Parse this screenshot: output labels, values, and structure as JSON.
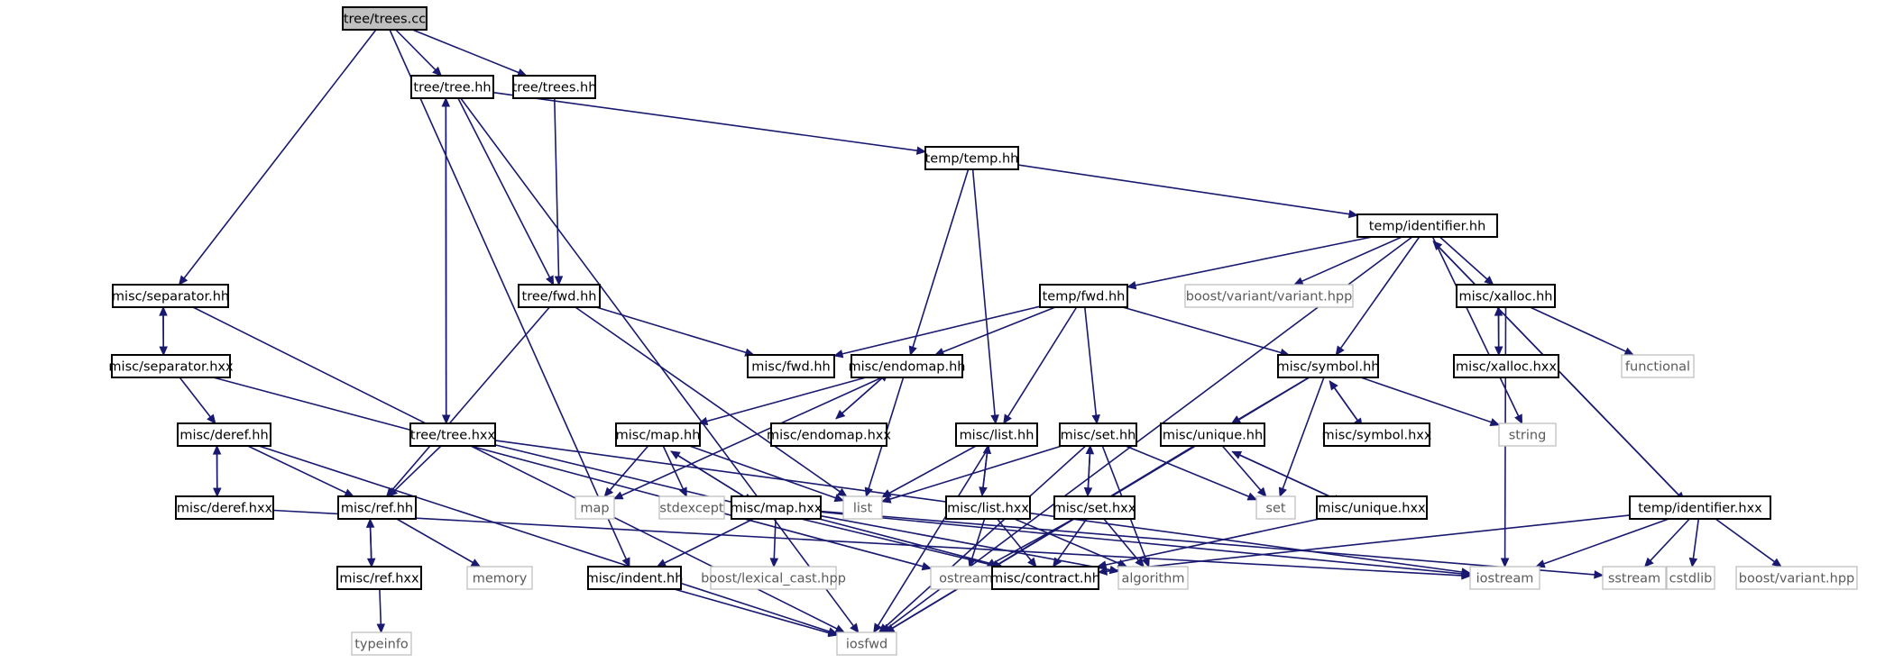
{
  "diagram": {
    "edge_color": "#191970",
    "root_fill": "#bfbfbf",
    "external_border": "#bfbfbf",
    "nodes": [
      {
        "id": "tree_trees_cc",
        "label": "tree/trees.cc",
        "kind": "root"
      },
      {
        "id": "tree_tree_hh",
        "label": "tree/tree.hh",
        "kind": "internal"
      },
      {
        "id": "tree_trees_hh",
        "label": "tree/trees.hh",
        "kind": "internal"
      },
      {
        "id": "temp_temp_hh",
        "label": "temp/temp.hh",
        "kind": "internal"
      },
      {
        "id": "temp_identifier_hh",
        "label": "temp/identifier.hh",
        "kind": "internal"
      },
      {
        "id": "misc_separator_hh",
        "label": "misc/separator.hh",
        "kind": "internal"
      },
      {
        "id": "tree_fwd_hh",
        "label": "tree/fwd.hh",
        "kind": "internal"
      },
      {
        "id": "temp_fwd_hh",
        "label": "temp/fwd.hh",
        "kind": "internal"
      },
      {
        "id": "boost_variant_variant_hpp",
        "label": "boost/variant/variant.hpp",
        "kind": "external"
      },
      {
        "id": "misc_xalloc_hh",
        "label": "misc/xalloc.hh",
        "kind": "internal"
      },
      {
        "id": "misc_separator_hxx",
        "label": "misc/separator.hxx",
        "kind": "internal"
      },
      {
        "id": "misc_fwd_hh",
        "label": "misc/fwd.hh",
        "kind": "internal"
      },
      {
        "id": "misc_endomap_hh",
        "label": "misc/endomap.hh",
        "kind": "internal"
      },
      {
        "id": "misc_symbol_hh",
        "label": "misc/symbol.hh",
        "kind": "internal"
      },
      {
        "id": "misc_xalloc_hxx",
        "label": "misc/xalloc.hxx",
        "kind": "internal"
      },
      {
        "id": "functional",
        "label": "functional",
        "kind": "external"
      },
      {
        "id": "misc_deref_hh",
        "label": "misc/deref.hh",
        "kind": "internal"
      },
      {
        "id": "tree_tree_hxx",
        "label": "tree/tree.hxx",
        "kind": "internal"
      },
      {
        "id": "misc_map_hh",
        "label": "misc/map.hh",
        "kind": "internal"
      },
      {
        "id": "misc_endomap_hxx",
        "label": "misc/endomap.hxx",
        "kind": "internal"
      },
      {
        "id": "misc_list_hh",
        "label": "misc/list.hh",
        "kind": "internal"
      },
      {
        "id": "misc_set_hh",
        "label": "misc/set.hh",
        "kind": "internal"
      },
      {
        "id": "misc_unique_hh",
        "label": "misc/unique.hh",
        "kind": "internal"
      },
      {
        "id": "misc_symbol_hxx",
        "label": "misc/symbol.hxx",
        "kind": "internal"
      },
      {
        "id": "string",
        "label": "string",
        "kind": "external"
      },
      {
        "id": "misc_deref_hxx",
        "label": "misc/deref.hxx",
        "kind": "internal"
      },
      {
        "id": "misc_ref_hh",
        "label": "misc/ref.hh",
        "kind": "internal"
      },
      {
        "id": "map",
        "label": "map",
        "kind": "external"
      },
      {
        "id": "stdexcept",
        "label": "stdexcept",
        "kind": "external"
      },
      {
        "id": "list",
        "label": "list",
        "kind": "external"
      },
      {
        "id": "misc_map_hxx",
        "label": "misc/map.hxx",
        "kind": "internal"
      },
      {
        "id": "misc_list_hxx",
        "label": "misc/list.hxx",
        "kind": "internal"
      },
      {
        "id": "misc_set_hxx",
        "label": "misc/set.hxx",
        "kind": "internal"
      },
      {
        "id": "set",
        "label": "set",
        "kind": "external"
      },
      {
        "id": "misc_unique_hxx",
        "label": "misc/unique.hxx",
        "kind": "internal"
      },
      {
        "id": "temp_identifier_hxx",
        "label": "temp/identifier.hxx",
        "kind": "internal"
      },
      {
        "id": "misc_ref_hxx",
        "label": "misc/ref.hxx",
        "kind": "internal"
      },
      {
        "id": "memory",
        "label": "memory",
        "kind": "external"
      },
      {
        "id": "misc_indent_hh",
        "label": "misc/indent.hh",
        "kind": "internal"
      },
      {
        "id": "boost_lexical_cast_hpp",
        "label": "boost/lexical_cast.hpp",
        "kind": "external"
      },
      {
        "id": "ostream",
        "label": "ostream",
        "kind": "external"
      },
      {
        "id": "misc_contract_hh",
        "label": "misc/contract.hh",
        "kind": "internal"
      },
      {
        "id": "algorithm",
        "label": "algorithm",
        "kind": "external"
      },
      {
        "id": "iostream",
        "label": "iostream",
        "kind": "external"
      },
      {
        "id": "sstream",
        "label": "sstream",
        "kind": "external"
      },
      {
        "id": "cstdlib",
        "label": "cstdlib",
        "kind": "external"
      },
      {
        "id": "boost_variant_hpp",
        "label": "boost/variant.hpp",
        "kind": "external"
      },
      {
        "id": "typeinfo",
        "label": "typeinfo",
        "kind": "external"
      },
      {
        "id": "iosfwd",
        "label": "iosfwd",
        "kind": "external"
      }
    ],
    "edges": [
      [
        "tree_trees_cc",
        "tree_tree_hh"
      ],
      [
        "tree_trees_cc",
        "tree_trees_hh"
      ],
      [
        "tree_trees_cc",
        "misc_separator_hh"
      ],
      [
        "tree_trees_cc",
        "misc_indent_hh"
      ],
      [
        "tree_tree_hh",
        "temp_temp_hh"
      ],
      [
        "tree_tree_hh",
        "tree_fwd_hh"
      ],
      [
        "tree_tree_hh",
        "tree_tree_hxx"
      ],
      [
        "tree_tree_hh",
        "iosfwd"
      ],
      [
        "tree_tree_hxx",
        "tree_tree_hh"
      ],
      [
        "tree_trees_hh",
        "tree_fwd_hh"
      ],
      [
        "temp_temp_hh",
        "temp_identifier_hh"
      ],
      [
        "temp_temp_hh",
        "misc_endomap_hh"
      ],
      [
        "temp_temp_hh",
        "misc_list_hh"
      ],
      [
        "temp_identifier_hh",
        "temp_fwd_hh"
      ],
      [
        "temp_identifier_hh",
        "boost_variant_variant_hpp"
      ],
      [
        "temp_identifier_hh",
        "misc_xalloc_hh"
      ],
      [
        "temp_identifier_hh",
        "misc_symbol_hh"
      ],
      [
        "temp_identifier_hh",
        "string"
      ],
      [
        "temp_identifier_hh",
        "temp_identifier_hxx"
      ],
      [
        "temp_identifier_hh",
        "iosfwd"
      ],
      [
        "temp_identifier_hxx",
        "temp_identifier_hh"
      ],
      [
        "misc_separator_hh",
        "misc_separator_hxx"
      ],
      [
        "misc_separator_hh",
        "iosfwd"
      ],
      [
        "misc_separator_hxx",
        "misc_separator_hh"
      ],
      [
        "misc_separator_hxx",
        "misc_deref_hh"
      ],
      [
        "misc_separator_hxx",
        "ostream"
      ],
      [
        "tree_fwd_hh",
        "misc_fwd_hh"
      ],
      [
        "tree_fwd_hh",
        "misc_ref_hh"
      ],
      [
        "tree_fwd_hh",
        "list"
      ],
      [
        "temp_fwd_hh",
        "misc_fwd_hh"
      ],
      [
        "temp_fwd_hh",
        "misc_endomap_hh"
      ],
      [
        "temp_fwd_hh",
        "misc_symbol_hh"
      ],
      [
        "temp_fwd_hh",
        "misc_list_hh"
      ],
      [
        "temp_fwd_hh",
        "misc_set_hh"
      ],
      [
        "misc_xalloc_hh",
        "misc_xalloc_hxx"
      ],
      [
        "misc_xalloc_hh",
        "functional"
      ],
      [
        "misc_xalloc_hh",
        "iostream"
      ],
      [
        "misc_xalloc_hxx",
        "misc_xalloc_hh"
      ],
      [
        "misc_endomap_hh",
        "misc_endomap_hxx"
      ],
      [
        "misc_endomap_hh",
        "misc_map_hh"
      ],
      [
        "misc_endomap_hh",
        "map"
      ],
      [
        "misc_endomap_hh",
        "list"
      ],
      [
        "misc_endomap_hxx",
        "misc_endomap_hh"
      ],
      [
        "misc_symbol_hh",
        "misc_unique_hh"
      ],
      [
        "misc_symbol_hh",
        "misc_symbol_hxx"
      ],
      [
        "misc_symbol_hh",
        "string"
      ],
      [
        "misc_symbol_hh",
        "set"
      ],
      [
        "misc_symbol_hh",
        "iosfwd"
      ],
      [
        "misc_symbol_hxx",
        "misc_symbol_hh"
      ],
      [
        "misc_deref_hh",
        "misc_deref_hxx"
      ],
      [
        "misc_deref_hh",
        "misc_ref_hh"
      ],
      [
        "misc_deref_hh",
        "iosfwd"
      ],
      [
        "misc_deref_hxx",
        "misc_deref_hh"
      ],
      [
        "misc_deref_hxx",
        "iostream"
      ],
      [
        "tree_tree_hxx",
        "misc_ref_hh"
      ],
      [
        "tree_tree_hxx",
        "misc_contract_hh"
      ],
      [
        "tree_tree_hxx",
        "iostream"
      ],
      [
        "misc_map_hh",
        "misc_map_hxx"
      ],
      [
        "misc_map_hh",
        "map"
      ],
      [
        "misc_map_hh",
        "stdexcept"
      ],
      [
        "misc_map_hh",
        "list"
      ],
      [
        "misc_map_hxx",
        "misc_map_hh"
      ],
      [
        "misc_map_hxx",
        "misc_indent_hh"
      ],
      [
        "misc_map_hxx",
        "boost_lexical_cast_hpp"
      ],
      [
        "misc_map_hxx",
        "misc_contract_hh"
      ],
      [
        "misc_map_hxx",
        "algorithm"
      ],
      [
        "misc_map_hxx",
        "iostream"
      ],
      [
        "misc_map_hxx",
        "sstream"
      ],
      [
        "misc_list_hh",
        "misc_list_hxx"
      ],
      [
        "misc_list_hh",
        "list"
      ],
      [
        "misc_list_hh",
        "iosfwd"
      ],
      [
        "misc_list_hxx",
        "misc_list_hh"
      ],
      [
        "misc_list_hxx",
        "ostream"
      ],
      [
        "misc_list_hxx",
        "misc_contract_hh"
      ],
      [
        "misc_list_hxx",
        "algorithm"
      ],
      [
        "misc_set_hh",
        "misc_set_hxx"
      ],
      [
        "misc_set_hh",
        "set"
      ],
      [
        "misc_set_hh",
        "list"
      ],
      [
        "misc_set_hh",
        "algorithm"
      ],
      [
        "misc_set_hh",
        "iosfwd"
      ],
      [
        "misc_set_hxx",
        "misc_set_hh"
      ],
      [
        "misc_set_hxx",
        "ostream"
      ],
      [
        "misc_set_hxx",
        "misc_contract_hh"
      ],
      [
        "misc_set_hxx",
        "algorithm"
      ],
      [
        "misc_unique_hh",
        "misc_unique_hxx"
      ],
      [
        "misc_unique_hh",
        "set"
      ],
      [
        "misc_unique_hh",
        "iosfwd"
      ],
      [
        "misc_unique_hxx",
        "misc_unique_hh"
      ],
      [
        "misc_unique_hxx",
        "misc_contract_hh"
      ],
      [
        "misc_ref_hh",
        "misc_ref_hxx"
      ],
      [
        "misc_ref_hh",
        "memory"
      ],
      [
        "misc_ref_hxx",
        "misc_ref_hh"
      ],
      [
        "misc_ref_hxx",
        "typeinfo"
      ],
      [
        "misc_indent_hh",
        "iosfwd"
      ],
      [
        "temp_identifier_hxx",
        "misc_contract_hh"
      ],
      [
        "temp_identifier_hxx",
        "iostream"
      ],
      [
        "temp_identifier_hxx",
        "sstream"
      ],
      [
        "temp_identifier_hxx",
        "cstdlib"
      ],
      [
        "temp_identifier_hxx",
        "boost_variant_hpp"
      ]
    ]
  }
}
